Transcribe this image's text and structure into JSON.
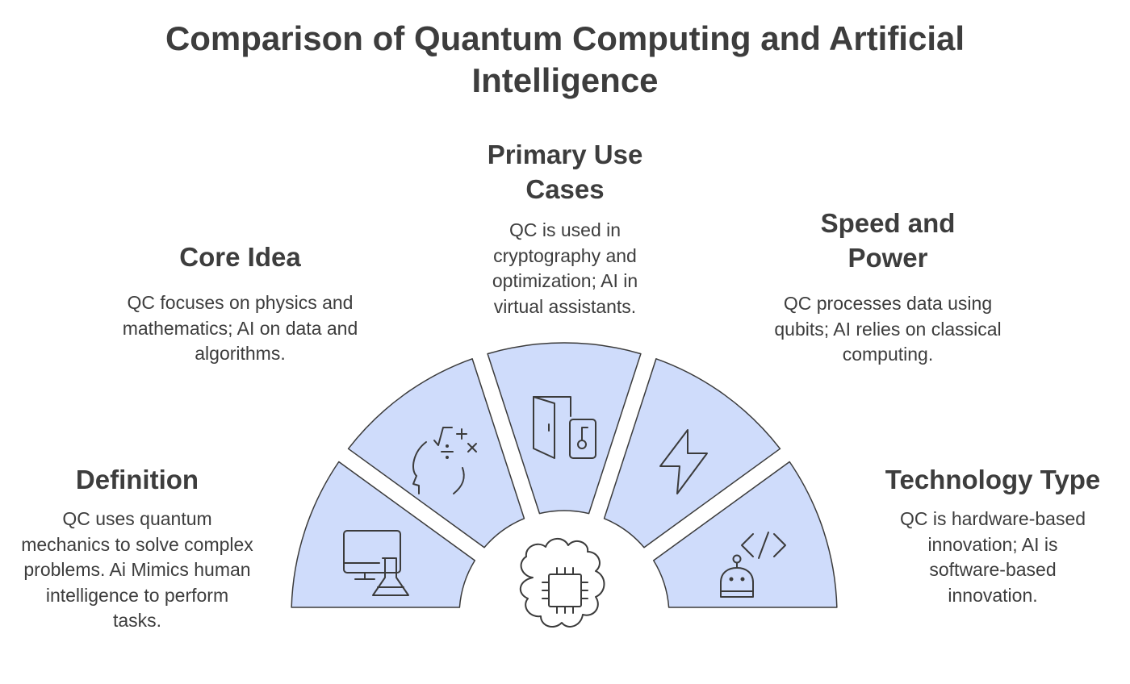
{
  "title": "Comparison of Quantum Computing and Artificial Intelligence",
  "colors": {
    "segment_fill": "#cfdcfb",
    "stroke": "#3b3b3b",
    "text": "#3d3d3d",
    "background": "#ffffff"
  },
  "sections": [
    {
      "id": "definition",
      "heading": "Definition",
      "description": "QC uses quantum mechanics to solve complex problems.   Ai Mimics human intelligence to perform tasks.",
      "icon": "computer-flask-icon"
    },
    {
      "id": "core-idea",
      "heading": "Core Idea",
      "description": "QC focuses on physics and mathematics; AI on data and algorithms.",
      "icon": "head-math-icon"
    },
    {
      "id": "primary-use-cases",
      "heading": "Primary Use Cases",
      "description": "QC is used in cryptography and optimization; AI in virtual assistants.",
      "icon": "door-key-icon"
    },
    {
      "id": "speed-and-power",
      "heading": "Speed and Power",
      "description": "QC processes data using qubits; AI relies on classical computing.",
      "icon": "lightning-icon"
    },
    {
      "id": "technology-type",
      "heading": "Technology Type",
      "description": "QC is hardware-based innovation; AI is software-based innovation.",
      "icon": "robot-code-icon"
    }
  ],
  "center_icon": "brain-chip-icon"
}
